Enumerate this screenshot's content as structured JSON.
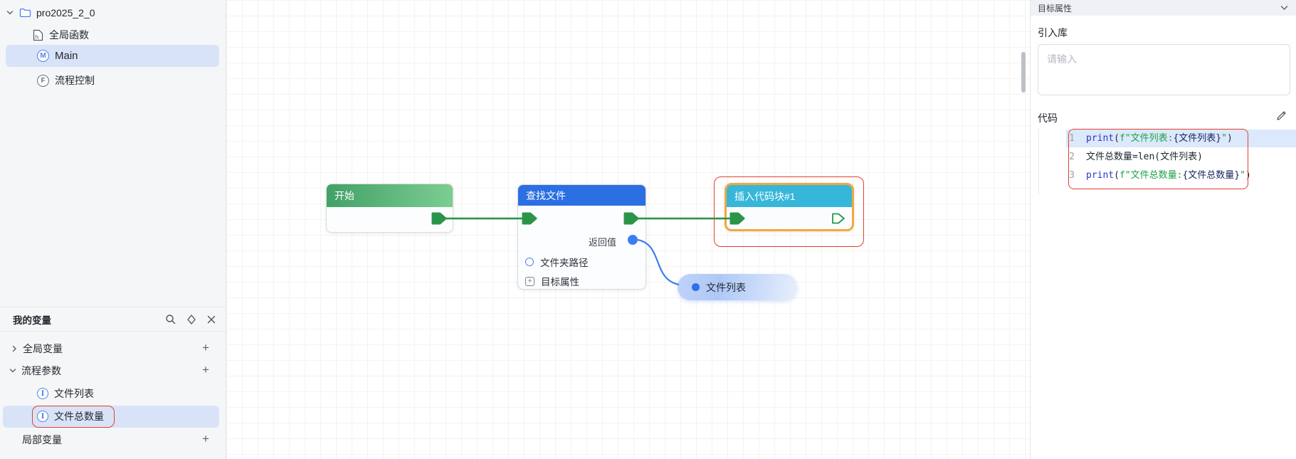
{
  "tree": {
    "root": "pro2025_2_0",
    "items": [
      {
        "label": "全局函数",
        "icon_text": "fx"
      },
      {
        "label": "Main",
        "icon_letter": "M",
        "selected": true
      },
      {
        "label": "流程控制",
        "icon_letter": "F"
      }
    ]
  },
  "vars": {
    "title": "我的变量",
    "groups": [
      {
        "label": "全局变量",
        "expanded": false
      },
      {
        "label": "流程参数",
        "expanded": true
      },
      {
        "label": "局部变量"
      }
    ],
    "params": [
      {
        "label": "文件列表",
        "icon_letter": "I"
      },
      {
        "label": "文件总数量",
        "icon_letter": "I",
        "selected": true,
        "annotated": true
      }
    ],
    "add_icon": "+",
    "close_icon": "✕"
  },
  "canvas": {
    "start": {
      "title": "开始"
    },
    "find": {
      "title": "查找文件",
      "return_label": "返回值",
      "props": [
        {
          "label": "文件夹路径"
        },
        {
          "label": "目标属性"
        }
      ]
    },
    "insert": {
      "title": "插入代码块#1",
      "selected": true,
      "annotated": true
    },
    "bubble": {
      "label": "文件列表"
    }
  },
  "inspector": {
    "title": "目标属性",
    "import_label": "引入库",
    "import_placeholder": "请输入",
    "code_label": "代码",
    "lines": [
      {
        "num": "1",
        "highlighted": true,
        "tokens": [
          {
            "t": "print"
          },
          {
            "t": "("
          },
          {
            "t": "f\"文件列表:"
          },
          {
            "t": "{文件列表}"
          },
          {
            "t": "\""
          },
          {
            "t": ")"
          }
        ]
      },
      {
        "num": "2",
        "tokens": [
          {
            "t": "文件总数量=len(文件列表)"
          }
        ]
      },
      {
        "num": "3",
        "tokens": [
          {
            "t": "print"
          },
          {
            "t": "("
          },
          {
            "t": "f\"文件总数量:"
          },
          {
            "t": "{文件总数量}"
          },
          {
            "t": "\""
          },
          {
            "t": ")"
          }
        ]
      }
    ]
  },
  "colors": {
    "selection_blue": "#d9e3f8",
    "node_start_green": "#42a167",
    "node_find_blue": "#2b6fe2",
    "node_code_cyan": "#36b7da",
    "selected_node_orange": "#f3a83d",
    "annotation_red": "#e0402f",
    "port_green": "#2a9549",
    "wire_green": "#259447",
    "wire_blue": "#3f7ef2",
    "code_keyword": "#2b36c7",
    "code_string": "#1fa24a",
    "line_highlight": "#dce8fb"
  }
}
